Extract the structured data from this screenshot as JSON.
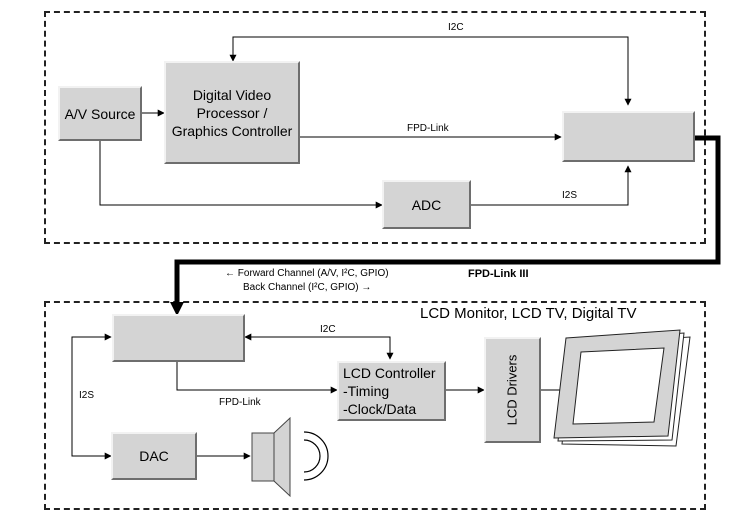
{
  "diagram": {
    "blocks": {
      "av_source": "A/V Source",
      "video_processor": "Digital Video\nProcessor /\nGraphics Controller",
      "serializer": "",
      "adc": "ADC",
      "deserializer": "",
      "lcd_controller": "LCD Controller\n-Timing\n-Clock/Data",
      "lcd_drivers": "LCD Drivers",
      "dac": "DAC"
    },
    "labels": {
      "i2c_top": "I2C",
      "fpd_link_top": "FPD-Link",
      "i2s_top": "I2S",
      "forward_channel": "← Forward Channel (A/V, I²C, GPIO)",
      "back_channel": "Back Channel (I²C, GPIO) →",
      "fpd_link_iii": "FPD-Link III",
      "i2c_bottom": "I2C",
      "i2s_bottom": "I2S",
      "fpd_link_bottom": "FPD-Link"
    },
    "region_title_bottom": "LCD Monitor, LCD TV, Digital TV"
  }
}
